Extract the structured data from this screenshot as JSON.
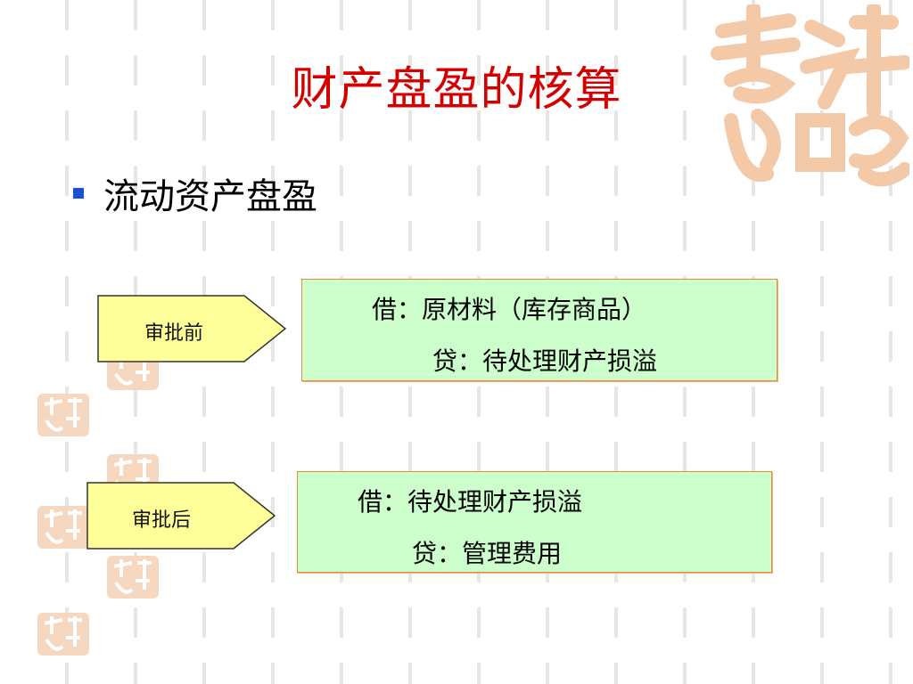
{
  "slide": {
    "title": "财产盘盈的核算",
    "bullet": "流动资产盘盈"
  },
  "steps": [
    {
      "label": "审批前",
      "debit": "借：原材料（库存商品）",
      "credit": "贷：待处理财产损溢"
    },
    {
      "label": "审批后",
      "debit": "借：待处理财产损溢",
      "credit": "贷：管理费用"
    }
  ],
  "colors": {
    "title": "#d40000",
    "bullet": "#1e4fd8",
    "arrow_fill": "#ffff99",
    "box_fill": "#ccffcc",
    "box_border": "#e58a3a",
    "seal": "#f3c9a8"
  },
  "decor": {
    "logo_icon": "auspicious-seal-icon"
  }
}
